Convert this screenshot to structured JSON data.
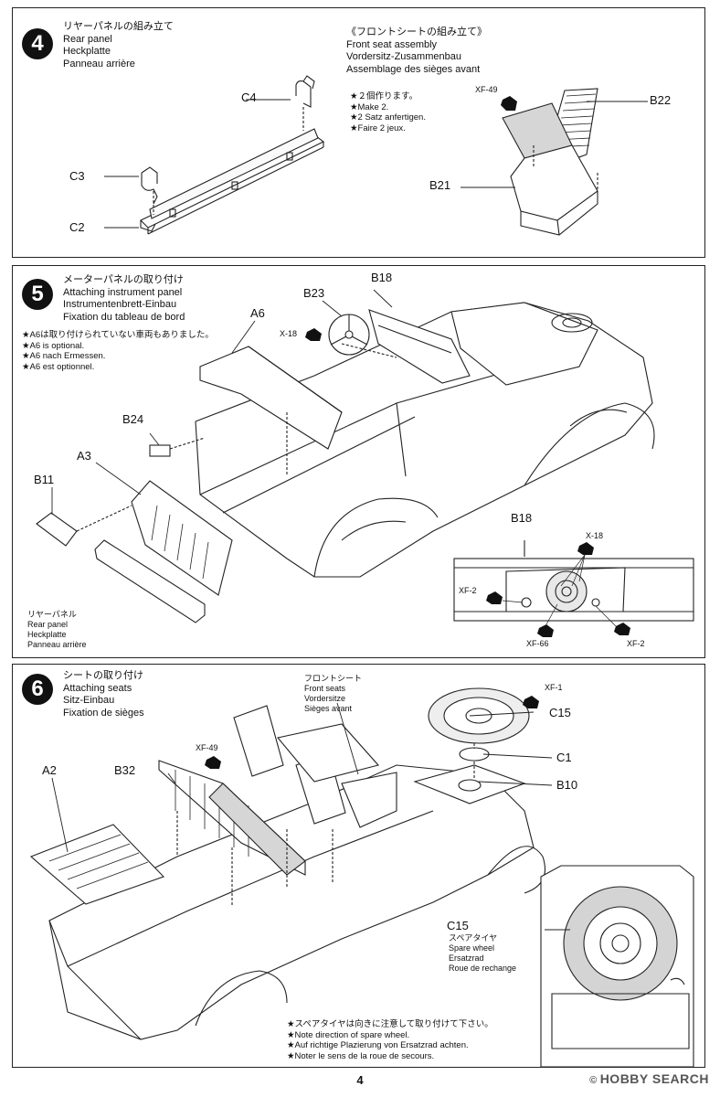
{
  "step4": {
    "number": "4",
    "title_jp": "リヤーパネルの組み立て",
    "title_en": "Rear panel",
    "title_de": "Heckplatte",
    "title_fr": "Panneau arrière",
    "parts": {
      "c4": "C4",
      "c3": "C3",
      "c2": "C2"
    }
  },
  "front_seat": {
    "title_jp": "《フロントシートの組み立て》",
    "title_en": "Front seat assembly",
    "title_de": "Vordersitz-Zusammenbau",
    "title_fr": "Assemblage des sièges avant",
    "notes": [
      "★２個作ります。",
      "★Make 2.",
      "★2 Satz anfertigen.",
      "★Faire 2 jeux."
    ],
    "parts": {
      "xf49": "XF-49",
      "b22": "B22",
      "b21": "B21"
    }
  },
  "step5": {
    "number": "5",
    "title_jp": "メーターパネルの取り付け",
    "title_en": "Attaching instrument panel",
    "title_de": "Instrumentenbrett-Einbau",
    "title_fr": "Fixation du tableau de bord",
    "notes": [
      "★A6は取り付けられていない車両もありました。",
      "★A6 is optional.",
      "★A6 nach Ermessen.",
      "★A6 est optionnel."
    ],
    "parts": {
      "b23": "B23",
      "b18": "B18",
      "a6": "A6",
      "x18": "X-18",
      "b24": "B24",
      "a3": "A3",
      "b11": "B11"
    },
    "rear_panel": [
      "リヤーパネル",
      "Rear panel",
      "Heckplatte",
      "Panneau arrière"
    ],
    "detail": {
      "title": "B18",
      "x18": "X-18",
      "xf2a": "XF-2",
      "xf66": "XF-66",
      "xf2b": "XF-2"
    }
  },
  "step6": {
    "number": "6",
    "title_jp": "シートの取り付け",
    "title_en": "Attaching seats",
    "title_de": "Sitz-Einbau",
    "title_fr": "Fixation de sièges",
    "front_seats": [
      "フロントシート",
      "Front seats",
      "Vordersitze",
      "Sièges avant"
    ],
    "parts": {
      "xf1": "XF-1",
      "c15": "C15",
      "c1": "C1",
      "b10": "B10",
      "a2": "A2",
      "b32": "B32",
      "xf49": "XF-49"
    },
    "spare": {
      "part": "C15",
      "jp": "スペアタイヤ",
      "en": "Spare wheel",
      "de": "Ersatzrad",
      "fr": "Roue de rechange"
    },
    "notes": [
      "★スペアタイヤは向きに注意して取り付けて下さい。",
      "★Note direction of spare wheel.",
      "★Auf richtige Plazierung von Ersatzrad achten.",
      "★Noter le sens de la roue de secours."
    ]
  },
  "page_number": "4",
  "watermark": {
    "copyright": "©",
    "brand": "HOBBY SEARCH"
  }
}
